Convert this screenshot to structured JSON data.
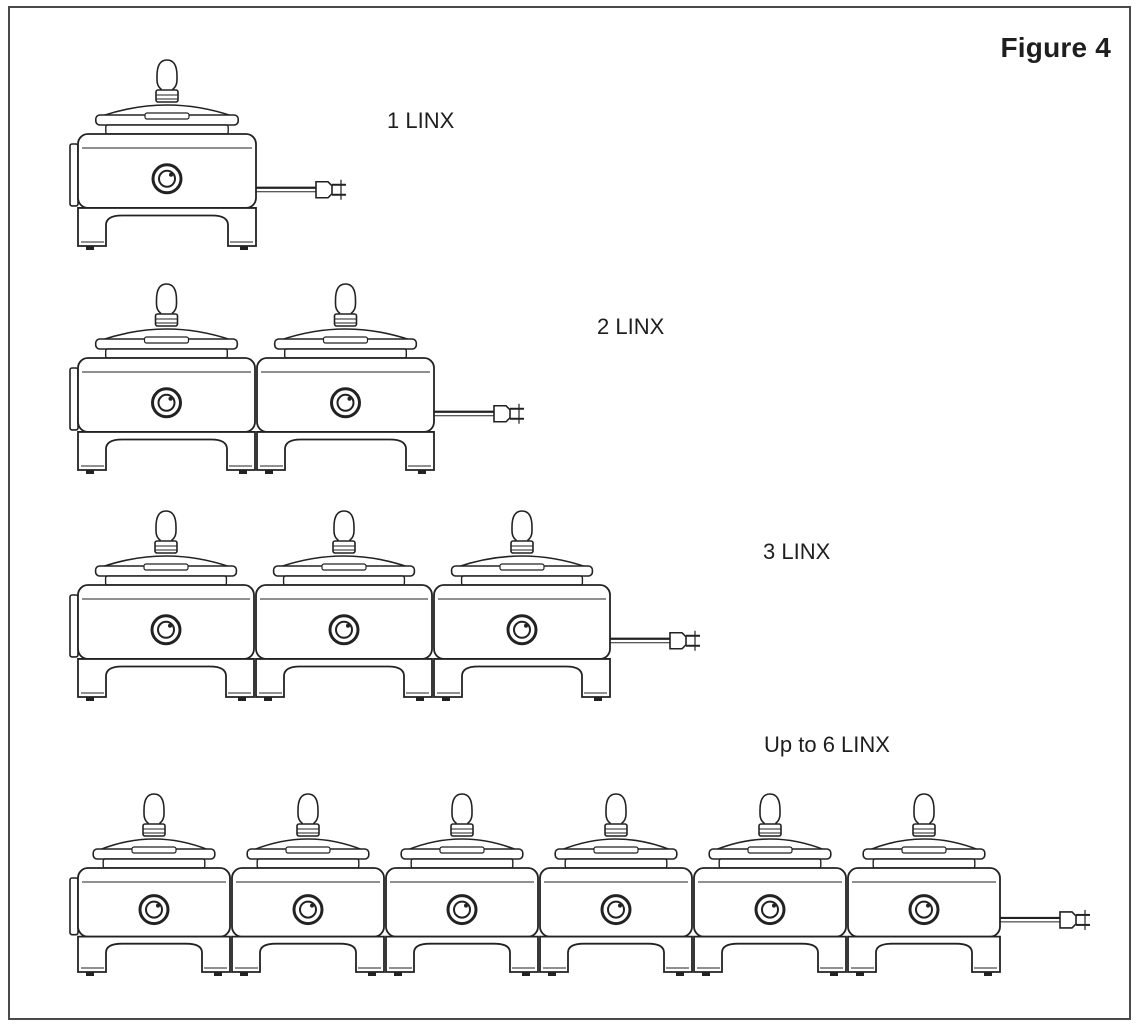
{
  "figure": {
    "title": "Figure 4"
  },
  "rows": [
    {
      "label": "1 LINX",
      "count": 1
    },
    {
      "label": "2 LINX",
      "count": 2
    },
    {
      "label": "3 LINX",
      "count": 3
    },
    {
      "label": "Up to 6 LINX",
      "count": 6
    }
  ],
  "colors": {
    "line": "#222222",
    "frame": "#4a4a4a",
    "background": "#ffffff"
  }
}
